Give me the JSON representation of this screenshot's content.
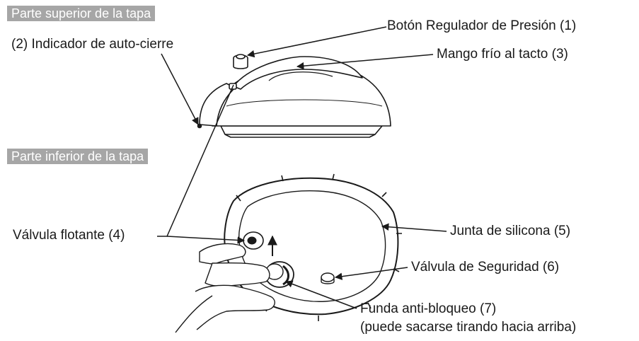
{
  "sections": {
    "top": "Parte superior de la tapa",
    "bottom": "Parte inferior de la tapa"
  },
  "callouts": {
    "pressure_button": "Botón Regulador de Presión (1)",
    "autolock_indicator": "(2) Indicador de auto-cierre",
    "cool_handle": "Mango frío al tacto (3)",
    "float_valve": "Válvula flotante (4)",
    "silicone_gasket": "Junta de silicona (5)",
    "safety_valve": "Válvula de Seguridad (6)",
    "antiblock_cover_line1": "Funda anti-bloqueo (7)",
    "antiblock_cover_line2": "(puede sacarse tirando hacia arriba)"
  },
  "colors": {
    "header_bg": "#a6a6a6",
    "ink": "#1a1a1a"
  }
}
